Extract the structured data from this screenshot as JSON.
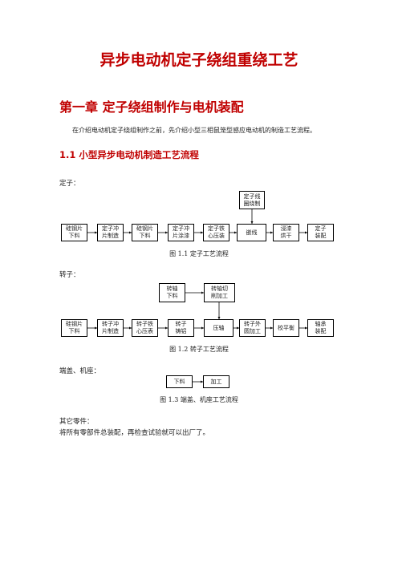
{
  "title": "异步电动机定子绕组重绕工艺",
  "chapter": "第一章  定子绕组制作与电机装配",
  "intro": "在介绍电动机定子绕组制作之前，先介绍小型三相鼠笼型感应电动机的制造工艺流程。",
  "section": "1.1  小型异步电动机制造工艺流程",
  "stator": {
    "label": "定子：",
    "top_box": "定子线\n圈绕制",
    "boxes": [
      "硅钢片\n下料",
      "定子冲\n片制造",
      "硅钢片\n下料",
      "定子冲\n片涂漆",
      "定子铁\n心压装",
      "嵌线",
      "浸漆\n烘干",
      "定子\n装配"
    ],
    "caption": "图 1.1  定子工艺流程"
  },
  "rotor": {
    "label": "转子：",
    "top_boxes": [
      "转轴\n下料",
      "转轴切\n削加工"
    ],
    "boxes": [
      "硅钢片\n下料",
      "转子冲\n片制造",
      "转子铁\n心压表",
      "转子\n铸铝",
      "压轴",
      "转子外\n圆加工",
      "校平衡",
      "轴承\n装配"
    ],
    "caption": "图 1.2  转子工艺流程"
  },
  "endcap": {
    "label": "端盖、机座：",
    "boxes": [
      "下料",
      "加工"
    ],
    "caption": "图 1.3  端盖、机座工艺流程"
  },
  "other": {
    "label": "其它零件：",
    "text": "将所有零部件总装配，再检查试验就可以出厂了。"
  }
}
